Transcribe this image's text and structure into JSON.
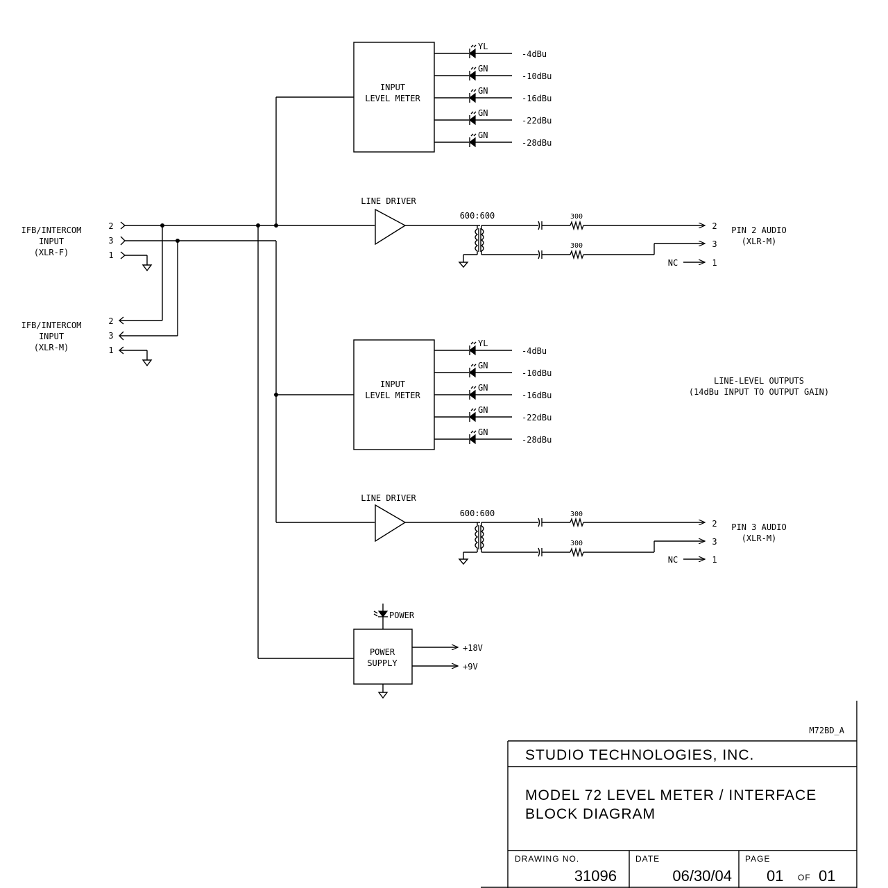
{
  "input_xlr_f": {
    "label": [
      "IFB/INTERCOM",
      "INPUT",
      "(XLR-F)"
    ],
    "pins": [
      "2",
      "3",
      "1"
    ]
  },
  "input_xlr_m": {
    "label": [
      "IFB/INTERCOM",
      "INPUT",
      "(XLR-M)"
    ],
    "pins": [
      "2",
      "3",
      "1"
    ]
  },
  "meter_top": {
    "label": [
      "INPUT",
      "LEVEL METER"
    ],
    "leds": [
      {
        "color": "YL",
        "level": "-4dBu"
      },
      {
        "color": "GN",
        "level": "-10dBu"
      },
      {
        "color": "GN",
        "level": "-16dBu"
      },
      {
        "color": "GN",
        "level": "-22dBu"
      },
      {
        "color": "GN",
        "level": "-28dBu"
      }
    ]
  },
  "meter_bottom": {
    "label": [
      "INPUT",
      "LEVEL METER"
    ],
    "leds": [
      {
        "color": "YL",
        "level": "-4dBu"
      },
      {
        "color": "GN",
        "level": "-10dBu"
      },
      {
        "color": "GN",
        "level": "-16dBu"
      },
      {
        "color": "GN",
        "level": "-22dBu"
      },
      {
        "color": "GN",
        "level": "-28dBu"
      }
    ]
  },
  "driver_top": {
    "label": "LINE DRIVER",
    "transformer": "600:600",
    "resistors": [
      "300",
      "300"
    ],
    "pins": [
      "2",
      "3",
      "1"
    ],
    "nc": "NC",
    "output_label": [
      "PIN 2 AUDIO",
      "(XLR-M)"
    ]
  },
  "driver_bottom": {
    "label": "LINE DRIVER",
    "transformer": "600:600",
    "resistors": [
      "300",
      "300"
    ],
    "pins": [
      "2",
      "3",
      "1"
    ],
    "nc": "NC",
    "output_label": [
      "PIN 3 AUDIO",
      "(XLR-M)"
    ]
  },
  "outputs_note": [
    "LINE-LEVEL OUTPUTS",
    "(14dBu INPUT TO OUTPUT GAIN)"
  ],
  "power": {
    "led_label": "POWER",
    "box_label": [
      "POWER",
      "SUPPLY"
    ],
    "rails": [
      "+18V",
      "+9V"
    ]
  },
  "title_block": {
    "ref": "M72BD_A",
    "company": "STUDIO TECHNOLOGIES, INC.",
    "title": [
      "MODEL 72 LEVEL METER / INTERFACE",
      "BLOCK DIAGRAM"
    ],
    "drawing_no_label": "DRAWING NO.",
    "drawing_no": "31096",
    "date_label": "DATE",
    "date": "06/30/04",
    "page_label": "PAGE",
    "page": "01",
    "of": "OF",
    "pages": "01"
  }
}
